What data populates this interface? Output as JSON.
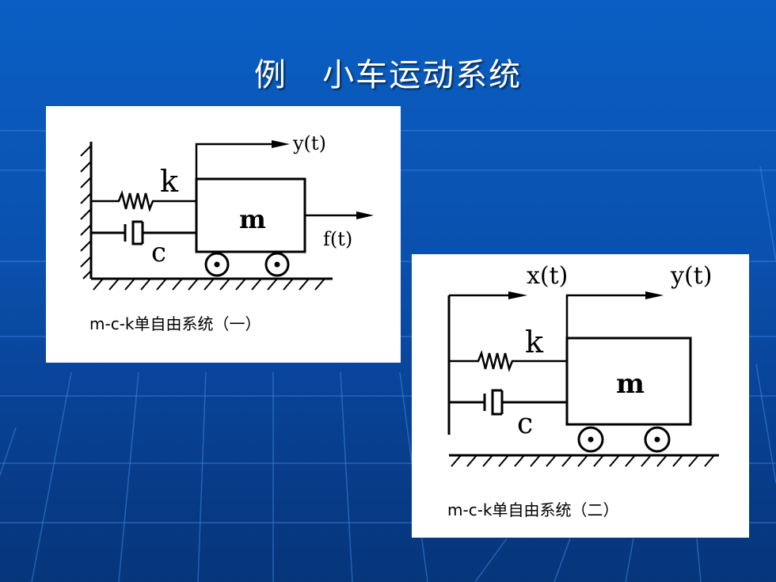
{
  "slide": {
    "title": "例   小车运动系统",
    "colors": {
      "background": "#0a50ad",
      "panel": "#ffffff",
      "ink": "#000000",
      "title_text": "#ffffff"
    }
  },
  "diagram1": {
    "displacement_label": "y(t)",
    "force_label": "f(t)",
    "spring_label": "k",
    "damper_label": "c",
    "mass_label": "m",
    "caption": "m-c-k单自由系统（一）"
  },
  "diagram2": {
    "input_label": "x(t)",
    "displacement_label": "y(t)",
    "spring_label": "k",
    "damper_label": "c",
    "mass_label": "m",
    "caption": "m-c-k单自由系统（二）"
  }
}
